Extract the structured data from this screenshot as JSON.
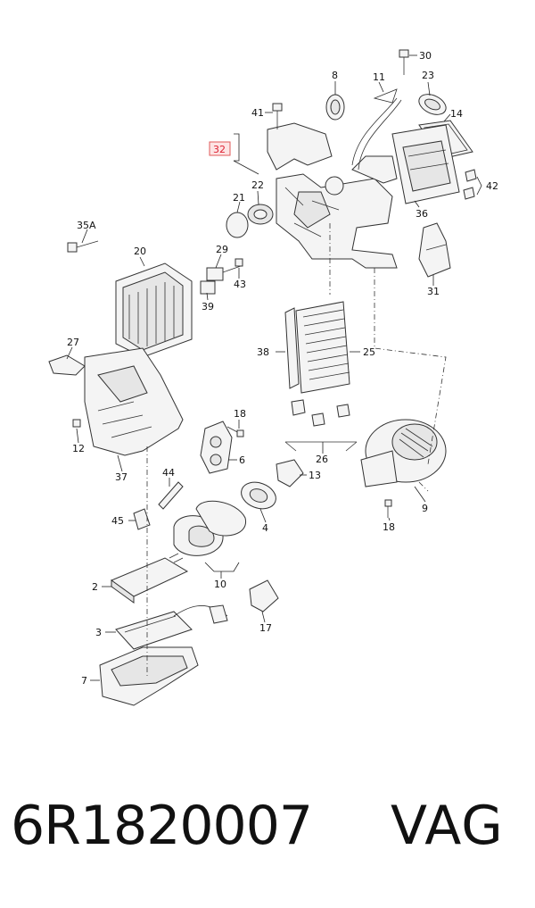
{
  "diagram": {
    "callouts": [
      "30",
      "8",
      "11",
      "23",
      "14",
      "41",
      "32",
      "42",
      "22",
      "21",
      "36",
      "35A",
      "20",
      "29",
      "43",
      "31",
      "39",
      "38",
      "25",
      "27",
      "18",
      "12",
      "6",
      "26",
      "13",
      "37",
      "44",
      "9",
      "45",
      "4",
      "18",
      "10",
      "2",
      "17",
      "3",
      "7"
    ]
  },
  "footer": {
    "part_number": "6R1820007",
    "brand": "VAG"
  },
  "colors": {
    "highlight": "#e05a5a",
    "ink": "#333333"
  }
}
